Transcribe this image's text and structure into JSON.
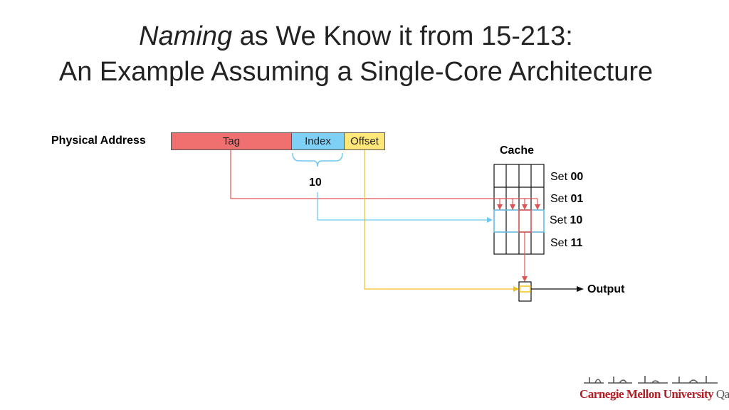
{
  "title": {
    "line1_em": "Naming",
    "line1_rest": " as We Know it from 15-213:",
    "line2": "An Example Assuming a Single-Core Architecture"
  },
  "address": {
    "label": "Physical Address",
    "fields": [
      {
        "name": "Tag",
        "color": "#f07070"
      },
      {
        "name": "Index",
        "color": "#7fd0f7"
      },
      {
        "name": "Offset",
        "color": "#ffe77a"
      }
    ],
    "index_value": "10"
  },
  "cache": {
    "label": "Cache",
    "sets": [
      {
        "prefix": "Set ",
        "bits": "00"
      },
      {
        "prefix": "Set ",
        "bits": "01"
      },
      {
        "prefix": "Set ",
        "bits": "10"
      },
      {
        "prefix": "Set ",
        "bits": "11"
      }
    ],
    "selected_set": "10"
  },
  "output_label": "Output",
  "colors": {
    "tag_line": "#e05555",
    "index_line": "#6fc6f0",
    "offset_line": "#f0c020",
    "grid": "#111111"
  },
  "logo": {
    "english_main": "Carnegie Mellon University",
    "english_suffix": "Qatar"
  }
}
